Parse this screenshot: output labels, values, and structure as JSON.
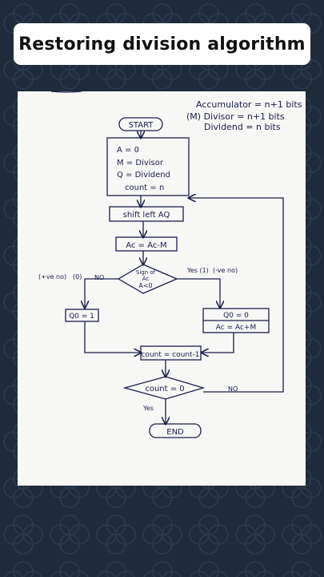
{
  "header": {
    "title": "Restoring division algorithm"
  },
  "note": {
    "line1": "Accumulator = n+1 bits",
    "line2": "(M) Divisor = n+1 bits",
    "line3": "Dividend = n bits"
  },
  "flow": {
    "start": "START",
    "init1": "A = 0",
    "init2": "M = Divisor",
    "init3": "Q = Dividend",
    "init4": "count = n",
    "shift": "shift left AQ",
    "sub": "Ac = Ac-M",
    "decision1_a": "Sign of",
    "decision1_b": "Ac",
    "decision1_c": "A<0",
    "left_label_1": "(+ve no)",
    "left_label_2": "(0)",
    "no_1": "NO",
    "yes_1": "Yes (1)",
    "yes_1b": "(-ve no)",
    "q0_one": "Q0 = 1",
    "q0_zero": "Q0 = 0",
    "restore": "Ac = Ac+M",
    "decrement": "count = count-1",
    "decision2": "count = 0",
    "no_2": "NO",
    "yes_2": "Yes",
    "end": "END"
  },
  "colors": {
    "background": "#1f2a3a",
    "paper": "#f7f7f5",
    "ink": "#1b1f4a"
  }
}
